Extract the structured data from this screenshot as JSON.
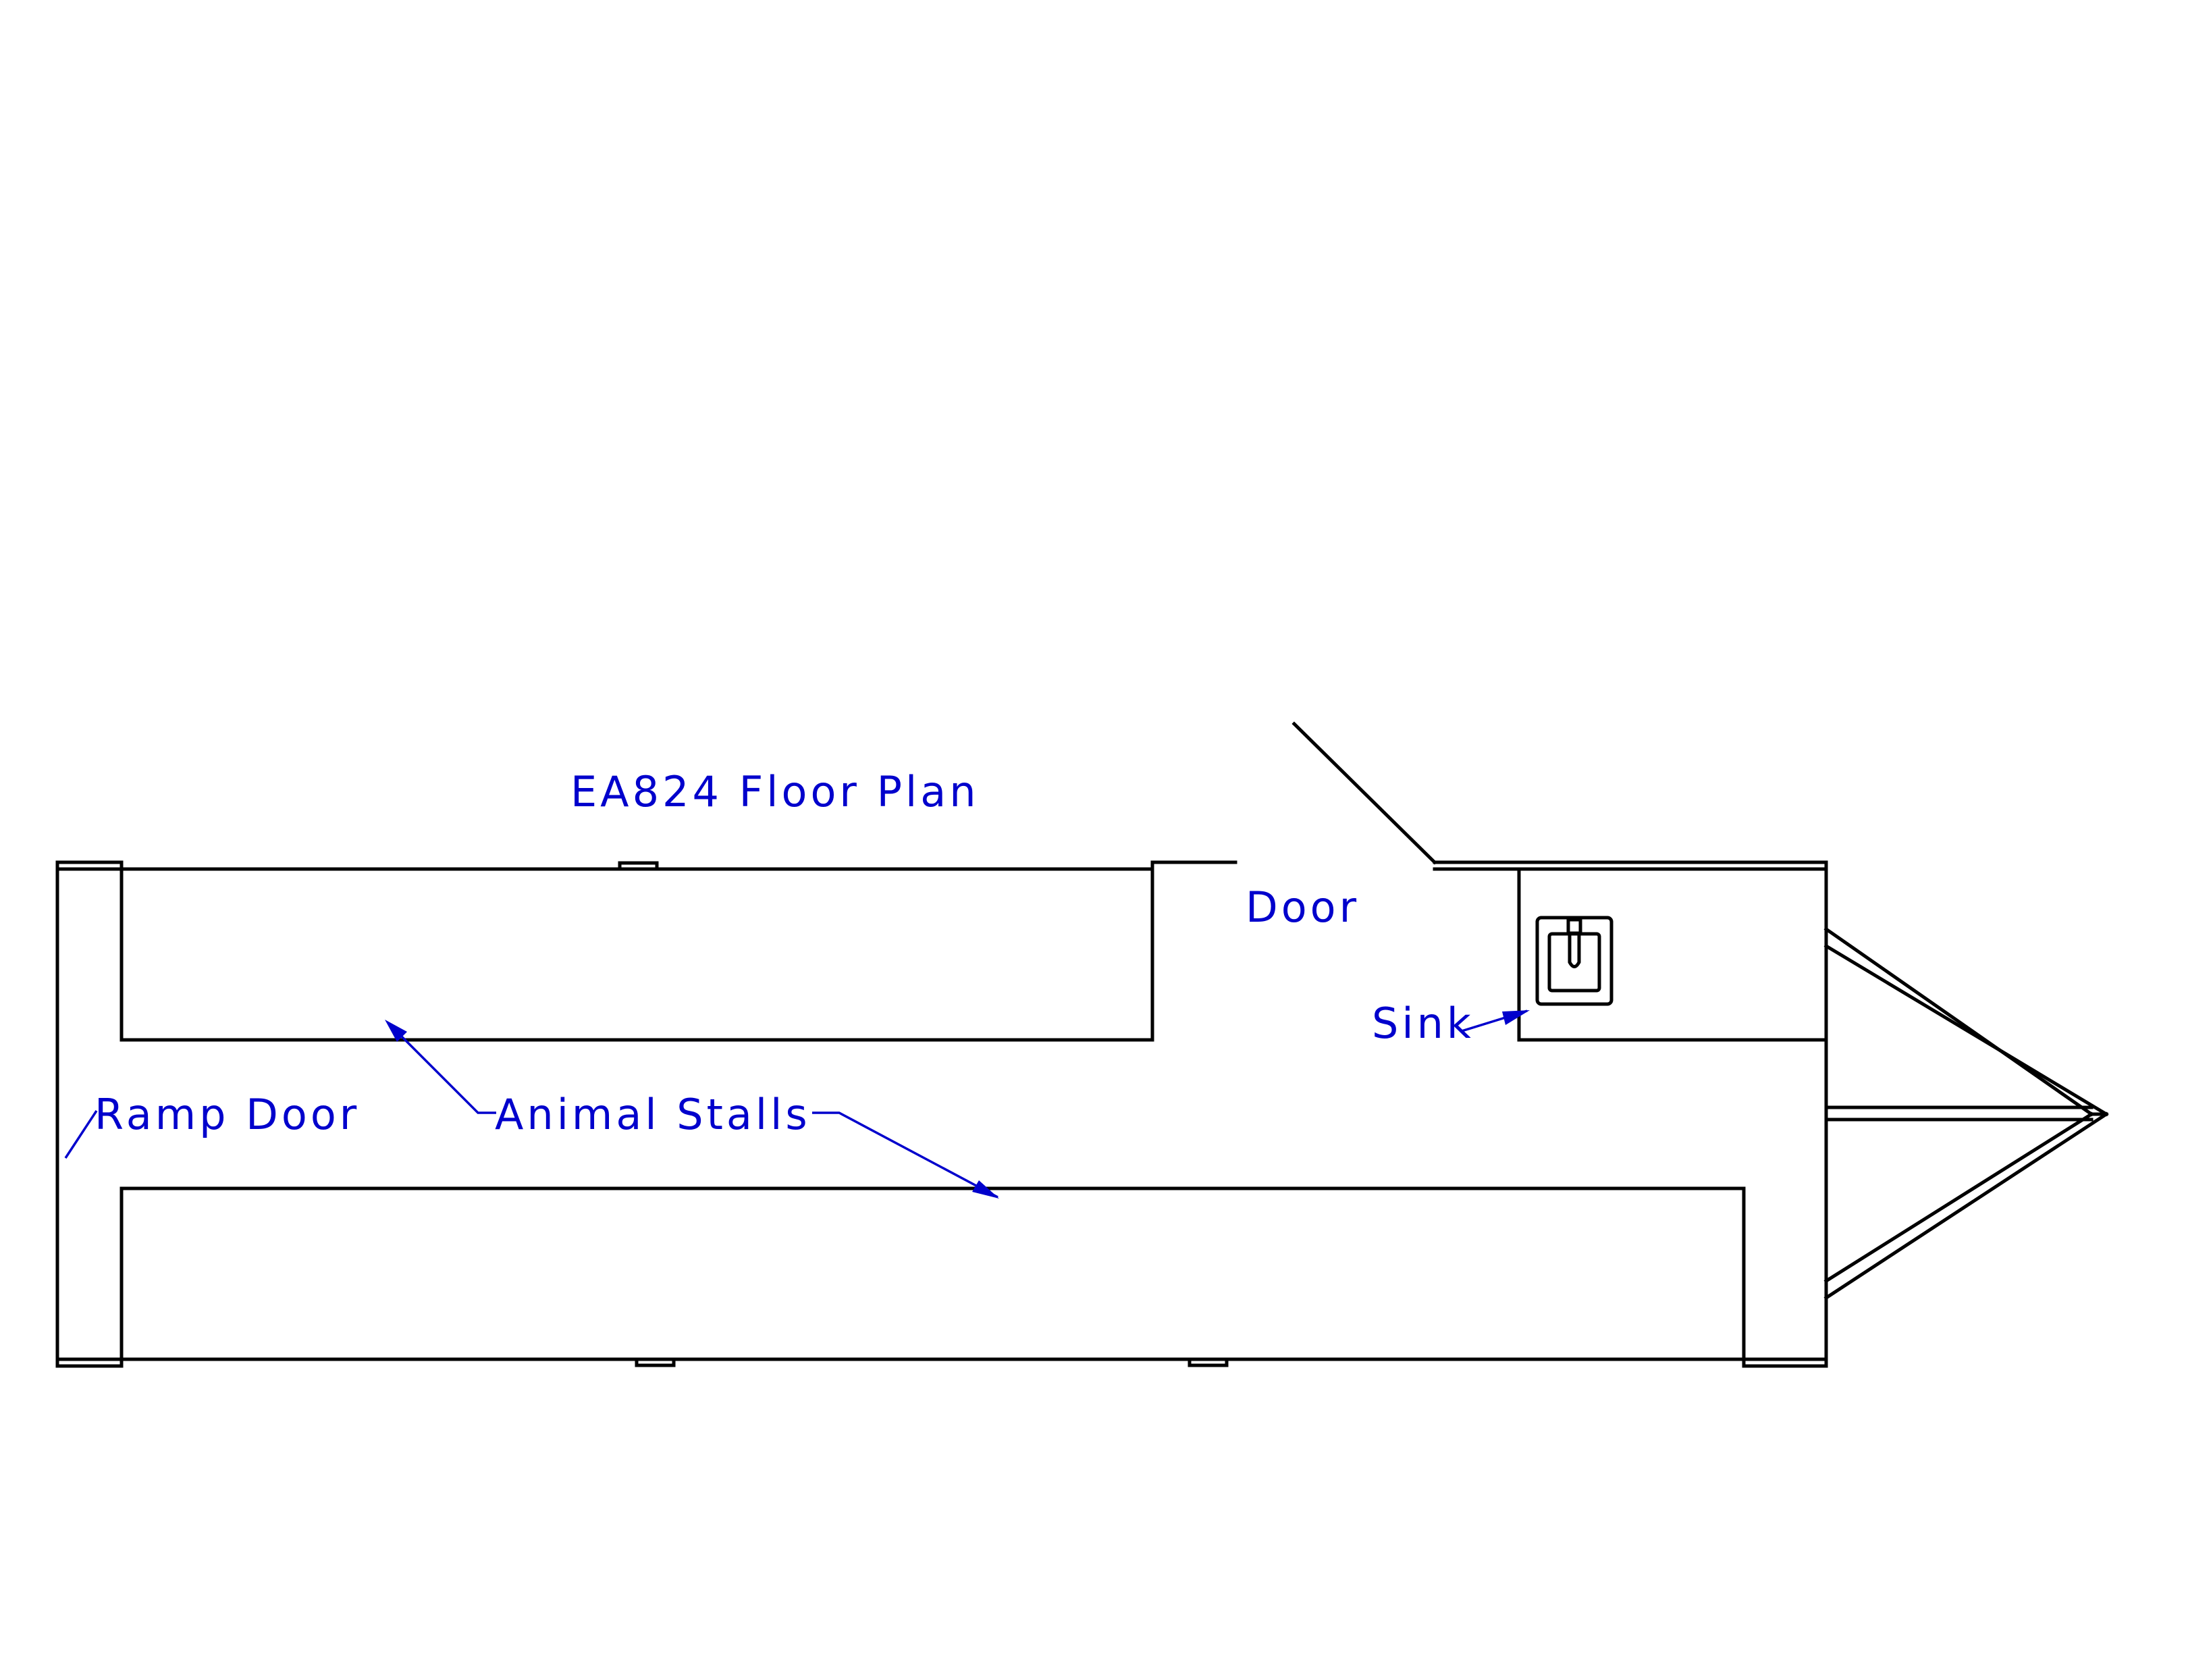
{
  "title": "EA824 Floor Plan",
  "labels": {
    "door": "Door",
    "sink": "Sink",
    "ramp_door": "Ramp Door",
    "animal_stalls": "Animal Stalls"
  },
  "colors": {
    "outline": "#000000",
    "annotation": "#0000cc",
    "background": "#ffffff"
  }
}
